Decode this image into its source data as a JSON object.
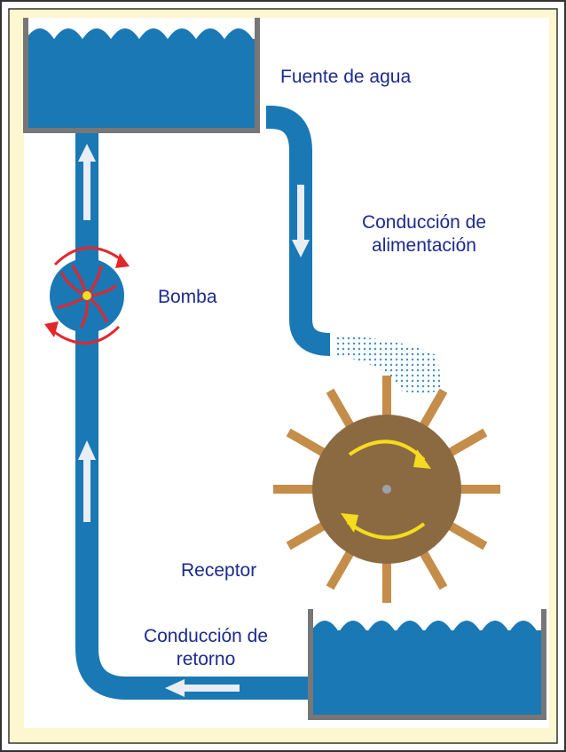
{
  "labels": {
    "water_source": "Fuente de agua",
    "feed_pipe_line1": "Conducción de",
    "feed_pipe_line2": "alimentación",
    "pump": "Bomba",
    "receiver": "Receptor",
    "return_pipe_line1": "Conducción de",
    "return_pipe_line2": "retorno"
  },
  "colors": {
    "background": "#fdf7cf",
    "frame": "#333333",
    "water": "#1a78b5",
    "tank_wall": "#777777",
    "arrow": "#e8eef4",
    "wheel": "#8b6a42",
    "paddle": "#c48d4a",
    "rotation_arrow": "#f5dc1e",
    "pump_arrow": "#e4262b",
    "label_text": "#1c2a8c"
  },
  "icons": [
    "water-tank-icon",
    "pump-impeller-icon",
    "water-wheel-icon",
    "flow-arrow-icon"
  ]
}
